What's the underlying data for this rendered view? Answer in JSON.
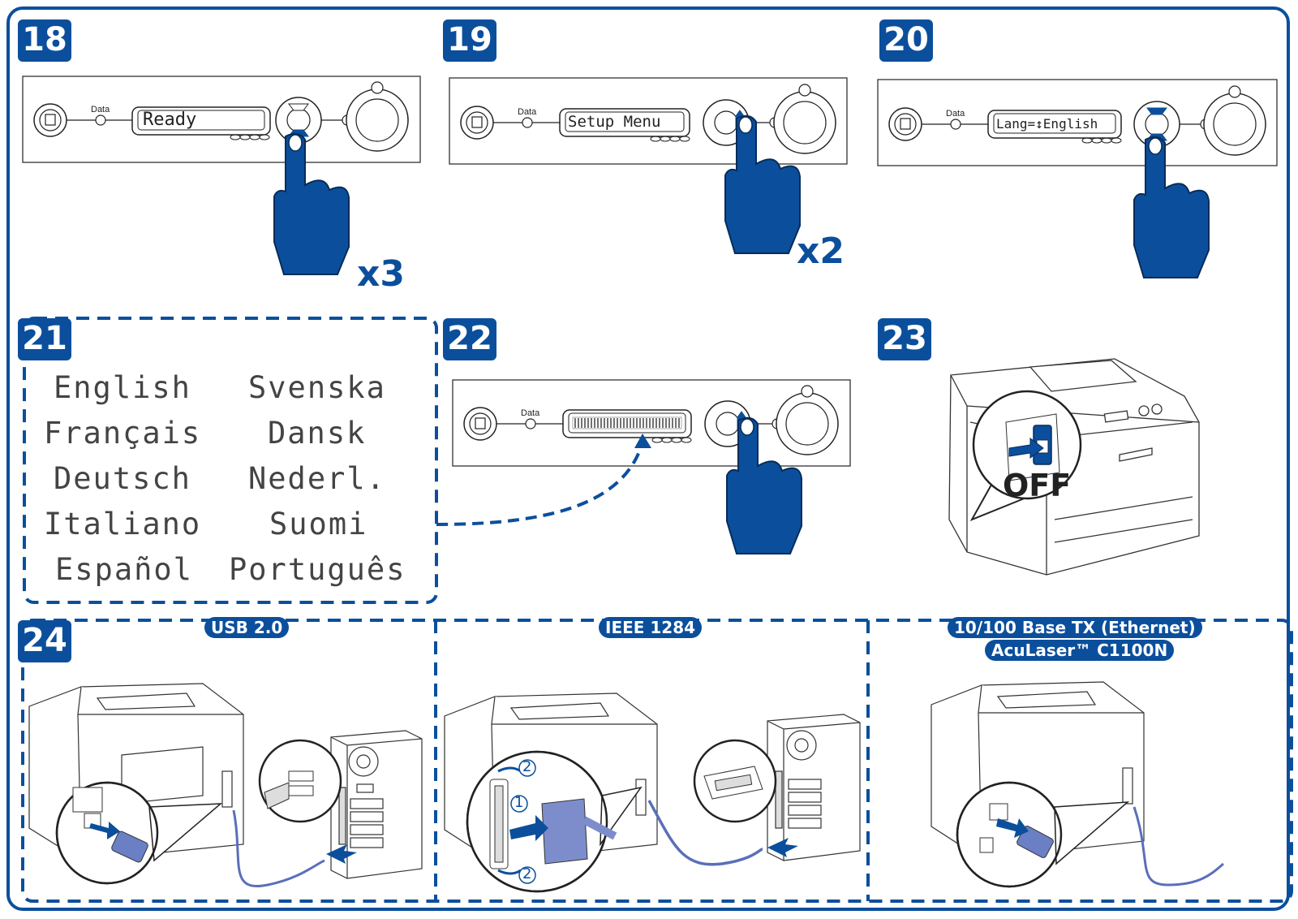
{
  "steps": {
    "s18": "18",
    "s19": "19",
    "s20": "20",
    "s21": "21",
    "s22": "22",
    "s23": "23",
    "s24": "24"
  },
  "multipliers": {
    "m18": "x3",
    "m19": "x2"
  },
  "panel": {
    "data_label": "Data",
    "lcd18": "Ready",
    "lcd19": "Setup Menu",
    "lcd20": "Lang=↕English"
  },
  "languages": [
    "English",
    "Svenska",
    "Français",
    "Dansk",
    "Deutsch",
    "Nederl.",
    "Italiano",
    "Suomi",
    "Español",
    "Português"
  ],
  "power_label": "OFF",
  "connections": {
    "usb": "USB 2.0",
    "parallel": "IEEE 1284",
    "ethernet_line1": "10/100 Base TX (Ethernet)",
    "ethernet_line2": "AcuLaser™ C1100N",
    "step_num_1": "1",
    "step_num_2": "2"
  },
  "colors": {
    "accent": "#0b4f9c",
    "line": "#333333"
  }
}
